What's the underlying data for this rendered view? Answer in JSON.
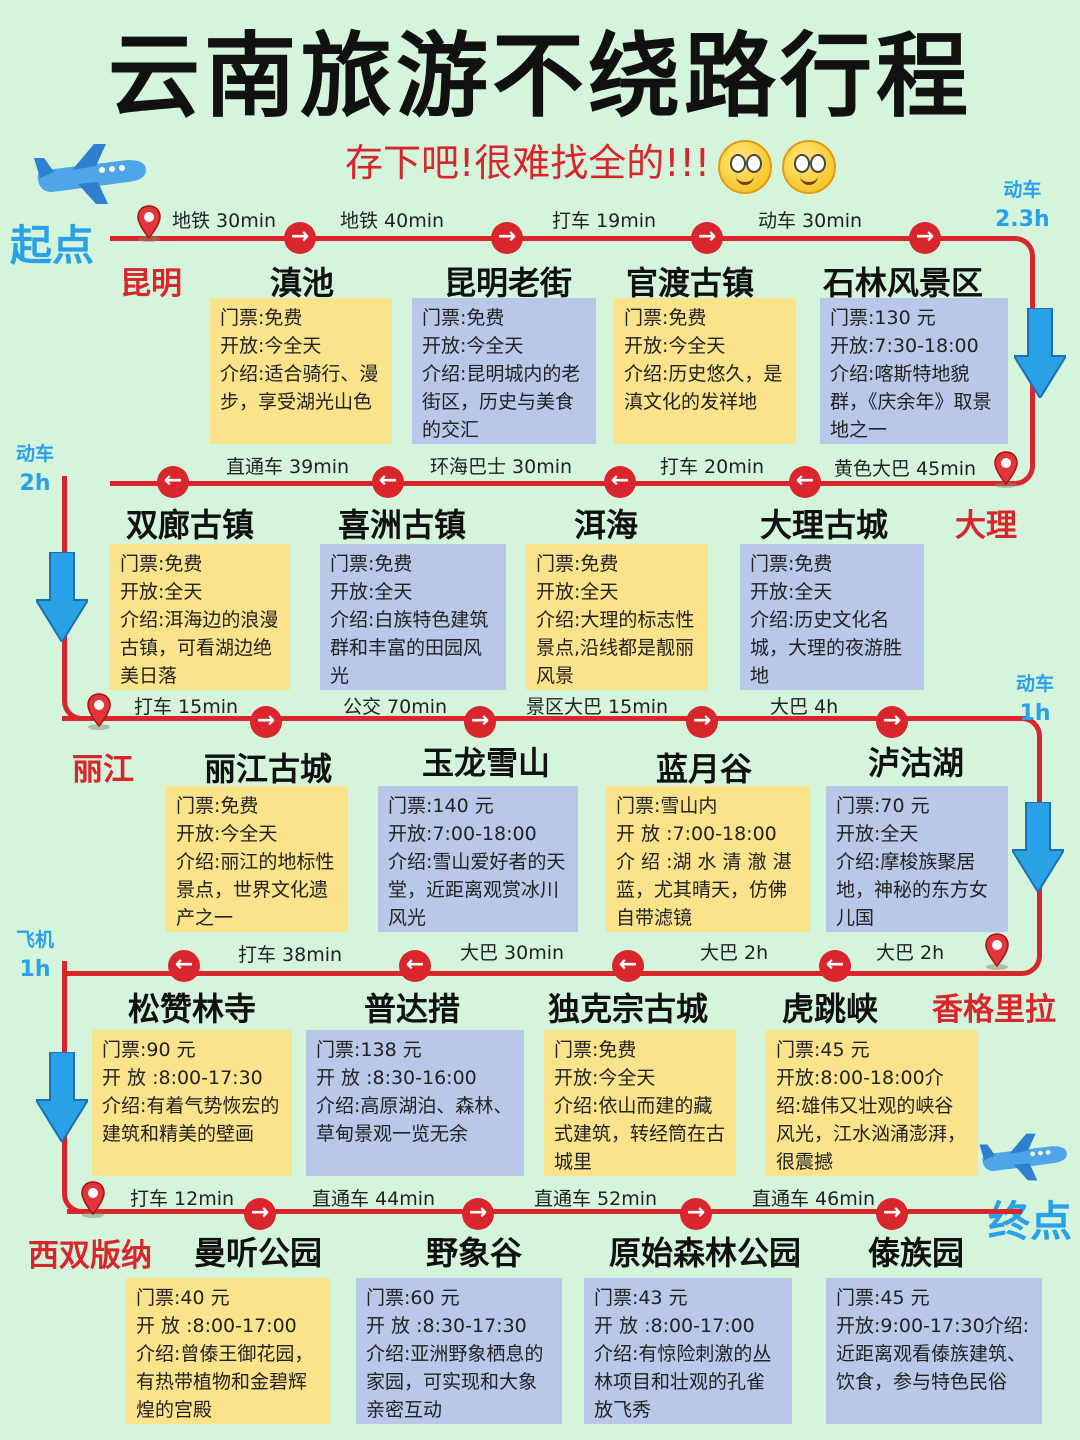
{
  "title": "云南旅游不绕路行程",
  "subtitle": "存下吧!很难找全的!!!",
  "start_label": "起点",
  "end_label": "终点",
  "colors": {
    "route": "#d8262c",
    "accent_blue": "#2aa0e6",
    "card_yellow": "#fbe38c",
    "card_blue": "#b9c7e9",
    "background": "#d4f5dc"
  },
  "icons": [
    "airplane-icon",
    "smile-emoji-icon",
    "location-pin-icon",
    "right-arrow-icon",
    "left-arrow-icon",
    "down-arrow-icon"
  ],
  "transfers": [
    {
      "mode": "动车",
      "time": "2.3h"
    },
    {
      "mode": "动车",
      "time": "2h"
    },
    {
      "mode": "动车",
      "time": "1h"
    },
    {
      "mode": "飞机",
      "time": "1h"
    }
  ],
  "rows": [
    {
      "city": "昆明",
      "segments": [
        "地铁 30min",
        "地铁 40min",
        "打车 19min",
        "动车 30min"
      ],
      "places": [
        {
          "name": "滇池",
          "lines": [
            "门票:免费",
            "开放:今全天",
            "介绍:适合骑行、漫步，享受湖光山色"
          ]
        },
        {
          "name": "昆明老街",
          "lines": [
            "门票:免费",
            "开放:今全天",
            "介绍:昆明城内的老街区，历史与美食的交汇"
          ]
        },
        {
          "name": "官渡古镇",
          "lines": [
            "门票:免费",
            "开放:今全天",
            "介绍:历史悠久，是滇文化的发祥地"
          ]
        },
        {
          "name": "石林风景区",
          "lines": [
            "门票:130 元",
            "开放:7:30-18:00",
            "介绍:喀斯特地貌群，《庆余年》取景地之一"
          ]
        }
      ]
    },
    {
      "city": "大理",
      "segments": [
        "黄色大巴 45min",
        "打车 20min",
        "环海巴士 30min",
        "直通车 39min"
      ],
      "places": [
        {
          "name": "大理古城",
          "lines": [
            "门票:免费",
            "开放:全天",
            "介绍:历史文化名城，大理的夜游胜地"
          ]
        },
        {
          "name": "洱海",
          "lines": [
            "门票:免费",
            "开放:全天",
            "介绍:大理的标志性景点,沿线都是靓丽风景"
          ]
        },
        {
          "name": "喜洲古镇",
          "lines": [
            "门票:免费",
            "开放:全天",
            "介绍:白族特色建筑群和丰富的田园风光"
          ]
        },
        {
          "name": "双廊古镇",
          "lines": [
            "门票:免费",
            "开放:全天",
            "介绍:洱海边的浪漫古镇，可看湖边绝美日落"
          ]
        }
      ]
    },
    {
      "city": "丽江",
      "segments": [
        "打车 15min",
        "公交 70min",
        "景区大巴 15min",
        "大巴 4h"
      ],
      "places": [
        {
          "name": "丽江古城",
          "lines": [
            "门票:免费",
            "开放:今全天",
            "介绍:丽江的地标性景点，世界文化遗产之一"
          ]
        },
        {
          "name": "玉龙雪山",
          "lines": [
            "门票:140 元",
            "开放:7:00-18:00",
            "介绍:雪山爱好者的天堂，近距离观赏冰川风光"
          ]
        },
        {
          "name": "蓝月谷",
          "lines": [
            "门票:雪山内",
            "开 放 :7:00-18:00",
            "介 绍 :湖 水 清 澈 湛蓝，尤其晴天，仿佛自带滤镜"
          ]
        },
        {
          "name": "泸沽湖",
          "lines": [
            "门票:70 元",
            "开放:全天",
            "介绍:摩梭族聚居地，神秘的东方女儿国"
          ]
        }
      ]
    },
    {
      "city": "香格里拉",
      "segments": [
        "大巴 2h",
        "大巴 2h",
        "大巴 30min",
        "打车 38min"
      ],
      "places": [
        {
          "name": "虎跳峡",
          "lines": [
            "门票:45 元",
            "开放:8:00-18:00介绍:雄伟又壮观的峡谷风光，江水汹涌澎湃，很震撼"
          ]
        },
        {
          "name": "独克宗古城",
          "lines": [
            "门票:免费",
            "开放:今全天",
            "介绍:依山而建的藏式建筑，转经筒在古城里"
          ]
        },
        {
          "name": "普达措",
          "lines": [
            "门票:138 元",
            "开 放 :8:30-16:00",
            "介绍:高原湖泊、森林、草甸景观一览无余"
          ]
        },
        {
          "name": "松赞林寺",
          "lines": [
            "门票:90 元",
            "开 放 :8:00-17:30",
            "介绍:有着气势恢宏的建筑和精美的壁画"
          ]
        }
      ]
    },
    {
      "city": "西双版纳",
      "segments": [
        "打车 12min",
        "直通车 44min",
        "直通车 52min",
        "直通车 46min"
      ],
      "places": [
        {
          "name": "曼听公园",
          "lines": [
            "门票:40 元",
            "开 放 :8:00-17:00",
            "介绍:曾傣王御花园，有热带植物和金碧辉煌的宫殿"
          ]
        },
        {
          "name": "野象谷",
          "lines": [
            "门票:60 元",
            "开 放 :8:30-17:30",
            "介绍:亚洲野象栖息的家园，可实现和大象亲密互动"
          ]
        },
        {
          "name": "原始森林公园",
          "lines": [
            "门票:43 元",
            "开 放 :8:00-17:00",
            "介绍:有惊险刺激的丛林项目和壮观的孔雀放飞秀"
          ]
        },
        {
          "name": "傣族园",
          "lines": [
            "门票:45 元",
            "开放:9:00-17:30介绍:近距离观看傣族建筑、饮食，参与特色民俗"
          ]
        }
      ]
    }
  ]
}
